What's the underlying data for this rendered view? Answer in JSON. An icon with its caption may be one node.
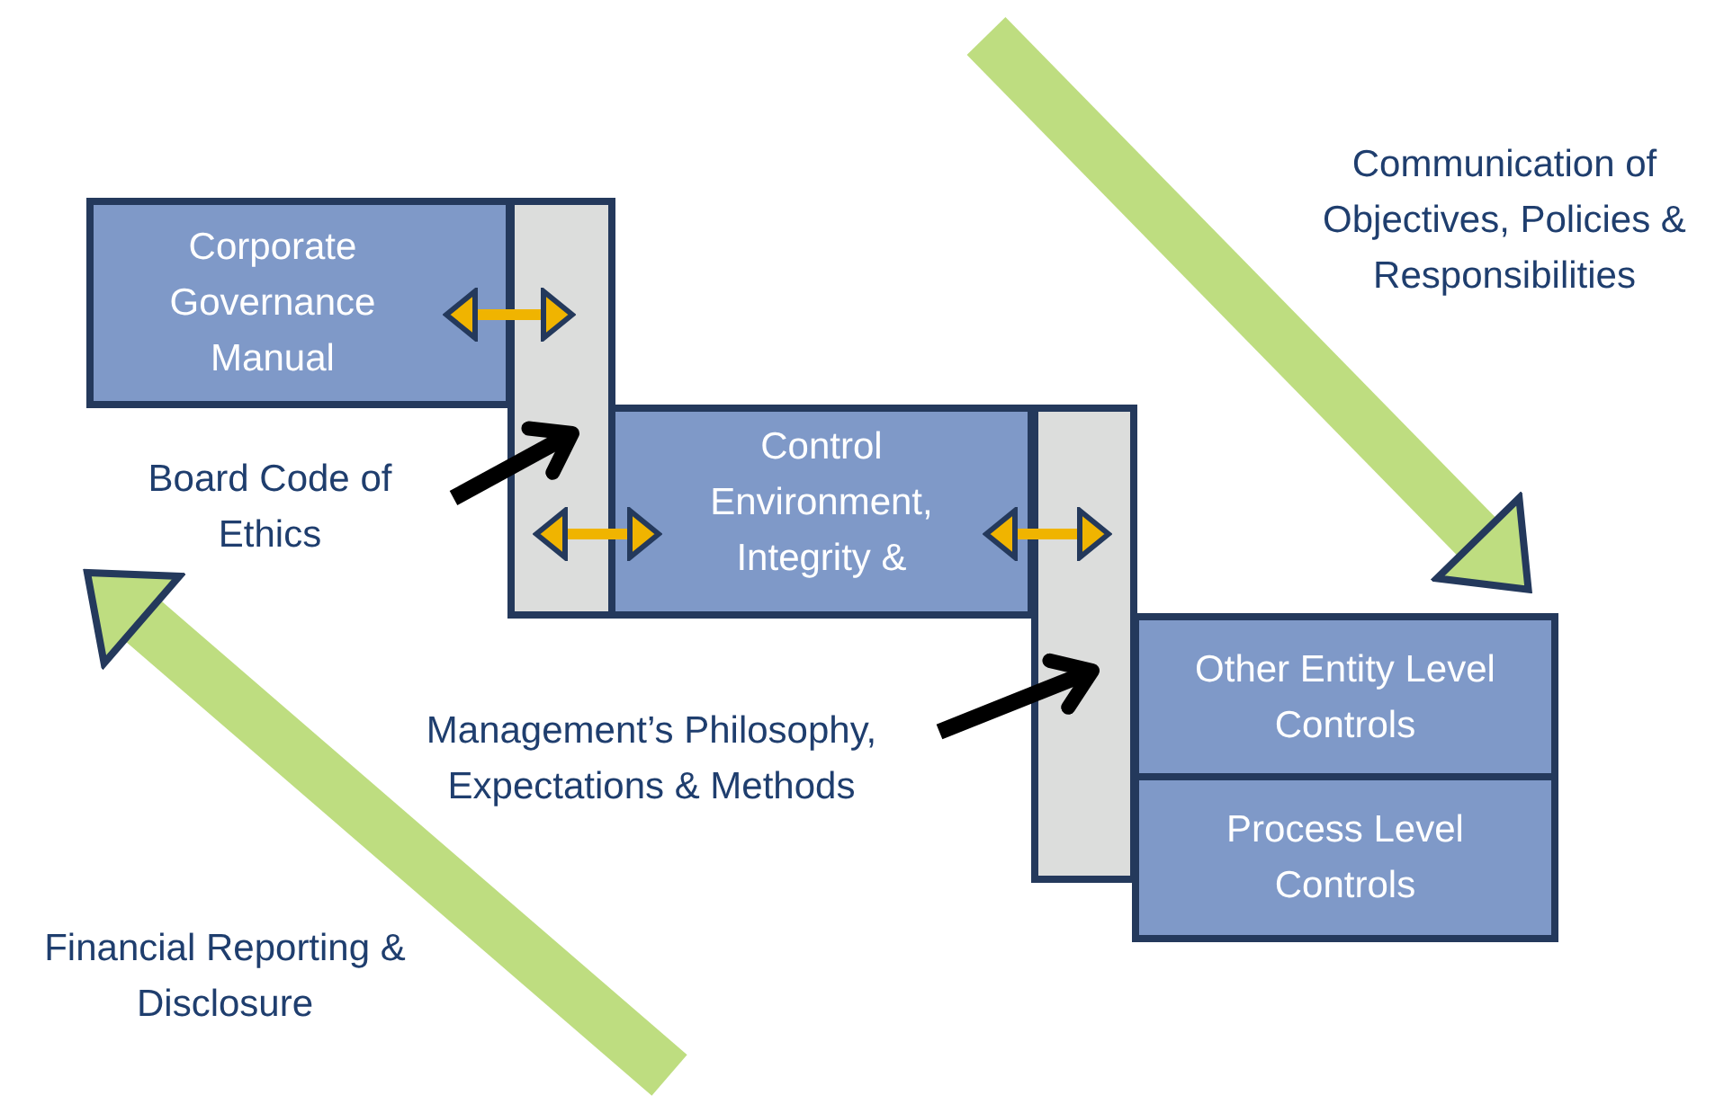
{
  "diagram": {
    "nodes": [
      {
        "text": [
          "Corporate Governance Manual"
        ]
      },
      {
        "text": [],
        "shape": "bar"
      },
      {
        "text": [
          "Control Environment, Integrity &"
        ]
      },
      {
        "text": [],
        "shape": "bar"
      },
      {
        "text": [
          "Other Entity Level Controls"
        ]
      },
      {
        "text": [
          "Process Level Controls"
        ]
      },
      {
        "text": [
          "Board Code of Ethics"
        ]
      },
      {
        "text": [
          "Management’s Philosophy, Expectations & Methods"
        ]
      }
    ],
    "edges": [
      {
        "from": 0,
        "to": 1,
        "arrow": "both",
        "color": "#f0b400"
      },
      {
        "from": 1,
        "to": 2,
        "arrow": "both",
        "color": "#f0b400"
      },
      {
        "from": 2,
        "to": 3,
        "arrow": "both",
        "color": "#f0b400"
      },
      {
        "from": 6,
        "to": 1,
        "arrow": "to",
        "color": "#000000"
      },
      {
        "from": 7,
        "to": 3,
        "arrow": "to",
        "color": "#000000"
      },
      {
        "from": null,
        "to": 4,
        "arrow": "to",
        "style": "thick",
        "color": "#bedd80"
      }
    ],
    "labels": [
      "Communication of Objectives, Policies & Responsibilities",
      "Financial Reporting & Disclosure"
    ]
  }
}
